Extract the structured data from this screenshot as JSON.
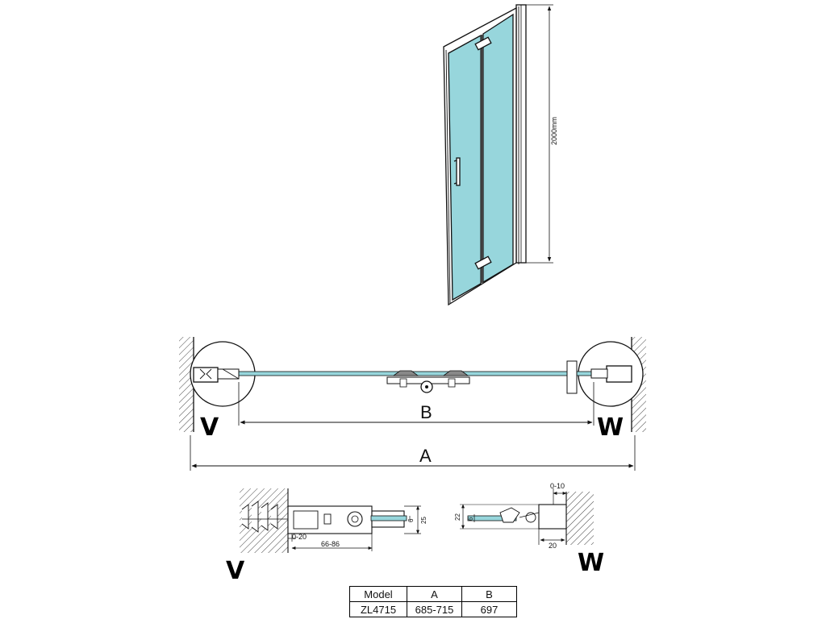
{
  "colors": {
    "glass": "#97d6dc",
    "line": "#111111",
    "hatch": "#444444"
  },
  "door": {
    "height_label": "2000mm"
  },
  "plan": {
    "label_v": "V",
    "label_w": "W",
    "dim_b": "B",
    "dim_a": "A"
  },
  "detail_v": {
    "label": "V",
    "dim_gap": "0-20",
    "dim_width": "66-86",
    "dim_glass": "6",
    "dim_height": "25"
  },
  "detail_w": {
    "label": "W",
    "dim_top": "0-10",
    "dim_height": "22",
    "dim_glass": "6",
    "dim_bottom": "20"
  },
  "spec_table": {
    "headers": [
      "Model",
      "A",
      "B"
    ],
    "rows": [
      [
        "ZL4715",
        "685-715",
        "697"
      ]
    ]
  }
}
